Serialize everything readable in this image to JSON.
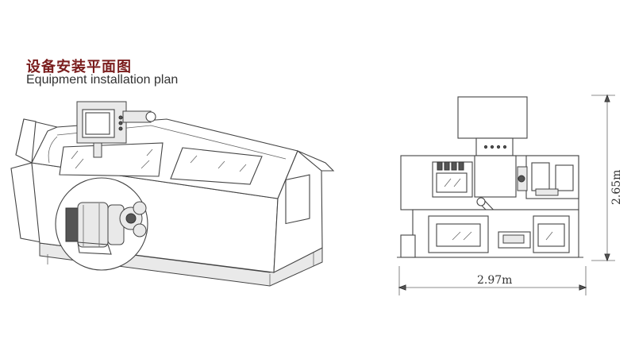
{
  "title": {
    "chinese": "设备安装平面图",
    "english": "Equipment installation plan"
  },
  "dimensions": {
    "width_label": "2.97m",
    "height_label": "2.65m"
  },
  "colors": {
    "title_accent": "#7a1d1d",
    "line": "#444444"
  }
}
